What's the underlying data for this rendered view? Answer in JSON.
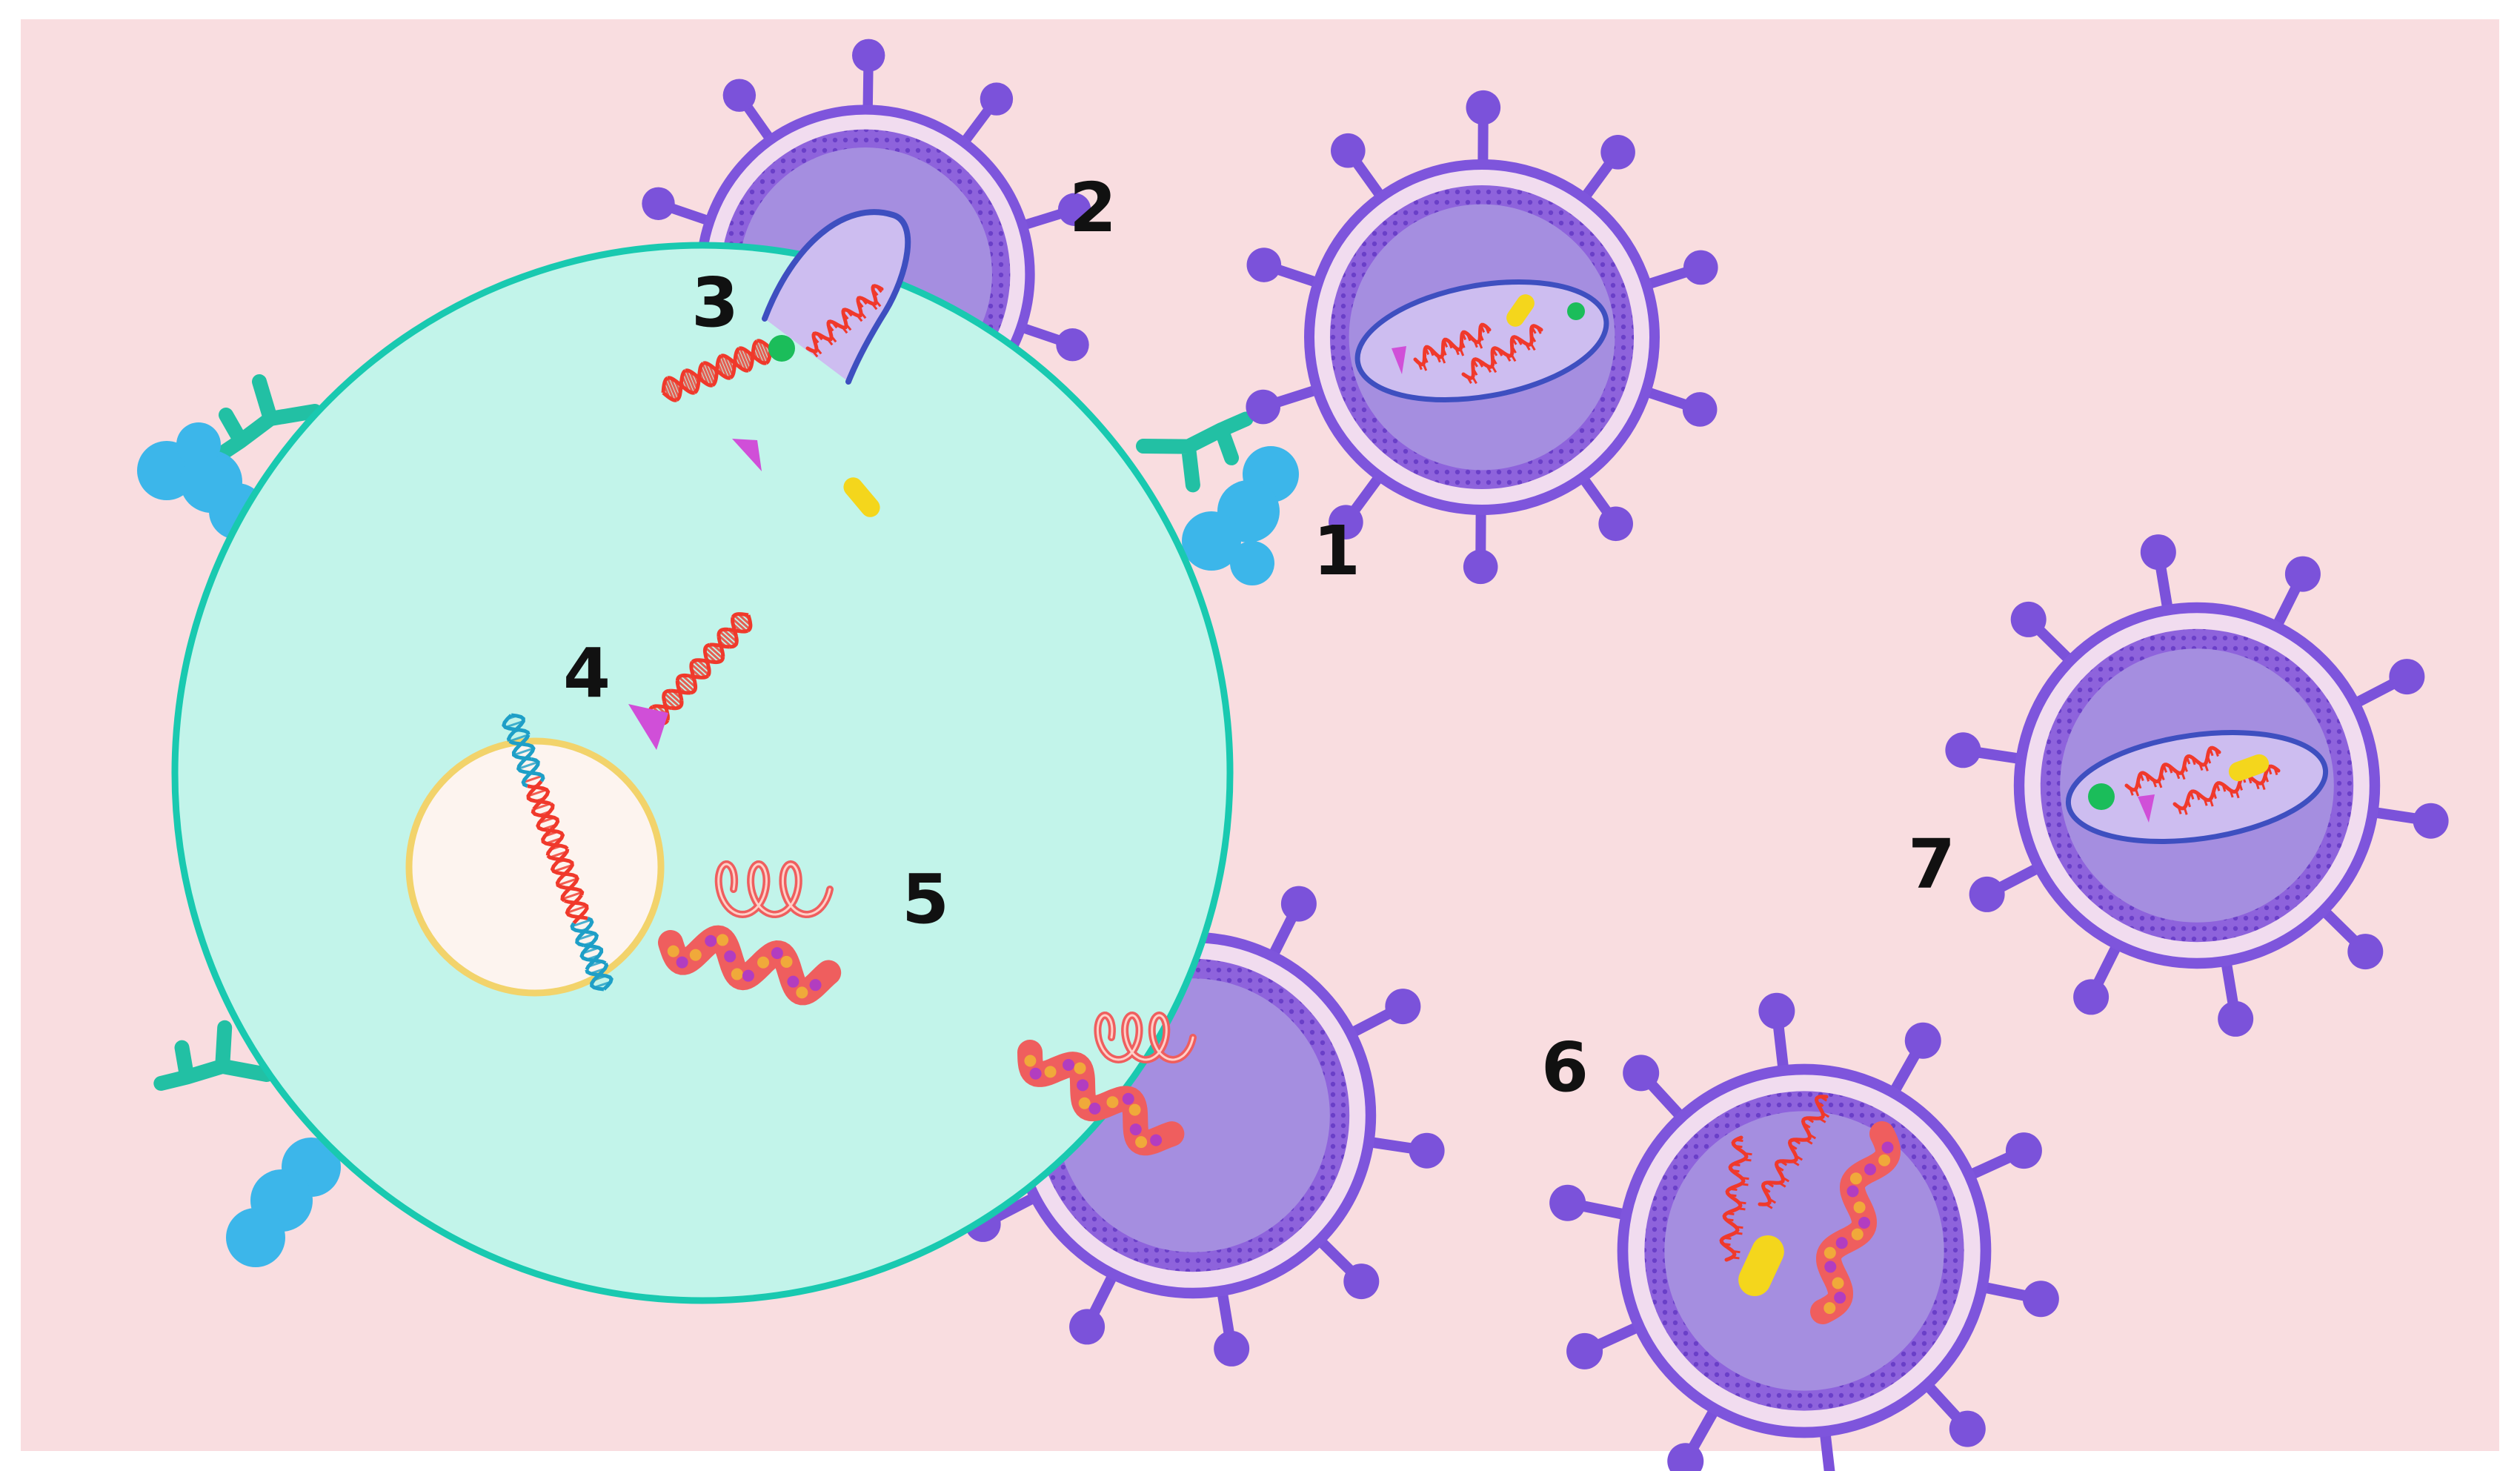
{
  "colors": {
    "page": "#ffffff",
    "background": "#f9dde0",
    "cell_fill": "#c2f4ea",
    "cell_stroke": "#19c9b0",
    "nucleus_fill": "#fdf4ef",
    "nucleus_stroke": "#f2d36b",
    "virus_ring": "#7e55dc",
    "virus_halo": "#f1dcef",
    "virus_band": "#8d62dc",
    "virus_core": "#a58ee0",
    "spike": "#7b52da",
    "capsid_fill": "#cdbdf0",
    "capsid_stroke": "#3e4fc0",
    "rna": "#f0392b",
    "host_dna": "#1e9fc7",
    "receptor": "#22c0a4",
    "coreceptor": "#3cb6ea",
    "integrase": "#d04fd8",
    "protease": "#f4d61c",
    "rt_enzyme": "#1bbd5a",
    "polyprotein": "#ef5e5e",
    "polyprotein_dot1": "#f0a93a",
    "polyprotein_dot2": "#b23dc0"
  },
  "steps": [
    {
      "id": "1",
      "label": "1"
    },
    {
      "id": "2",
      "label": "2"
    },
    {
      "id": "3",
      "label": "3"
    },
    {
      "id": "4",
      "label": "4"
    },
    {
      "id": "5",
      "label": "5"
    },
    {
      "id": "6",
      "label": "6"
    },
    {
      "id": "7",
      "label": "7"
    }
  ]
}
